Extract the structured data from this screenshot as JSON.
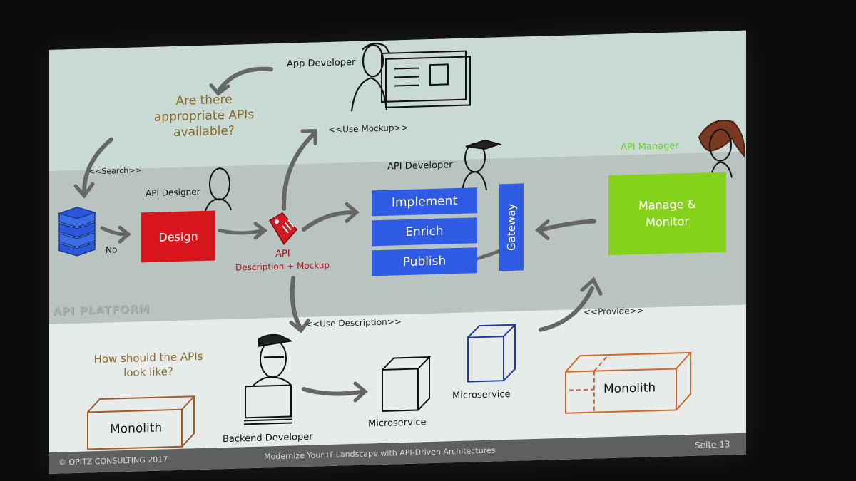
{
  "question_top": [
    "Are there",
    "appropriate APIs",
    "available?"
  ],
  "app_developer": "App Developer",
  "search_label": "<<Search>>",
  "use_mockup_label": "<<Use Mockup>>",
  "no_label": "No",
  "api_designer": "API Designer",
  "design_box": "Design",
  "api_label": "API",
  "api_desc_label": "Description + Mockup",
  "api_developer": "API Developer",
  "implement": "Implement",
  "enrich": "Enrich",
  "publish": "Publish",
  "gateway": "Gateway",
  "api_manager": "API Manager",
  "manage_monitor": [
    "Manage &",
    "Monitor"
  ],
  "platform_label": "API PLATFORM",
  "use_description_label": "<<Use Description>>",
  "provide_label": "<<Provide>>",
  "question_bottom": [
    "How should the APIs",
    "look like?"
  ],
  "monolith_left": "Monolith",
  "backend_developer": "Backend Developer",
  "microservice_1": "Microservice",
  "microservice_2": "Microservice",
  "monolith_right": "Monolith",
  "footer": {
    "copyright": "© OPITZ CONSULTING 2017",
    "title": "Modernize Your IT Landscape with API-Driven Architectures",
    "page": "Seite 13"
  },
  "colors": {
    "design_red": "#d7161b",
    "process_blue": "#2f5be5",
    "manage_green": "#86d11b",
    "arrow_grey": "#666666",
    "question_brown": "#8a6a2a",
    "api_red": "#b0141a",
    "monolith_orange": "#cf6a2a",
    "microservice_blue": "#1f3aa8"
  },
  "icons": [
    "books-icon",
    "price-tag-icon",
    "app-developer-figure-icon",
    "api-designer-figure-icon",
    "api-developer-figure-icon",
    "api-manager-figure-icon",
    "backend-developer-figure-icon",
    "screen-mockup-icon"
  ]
}
